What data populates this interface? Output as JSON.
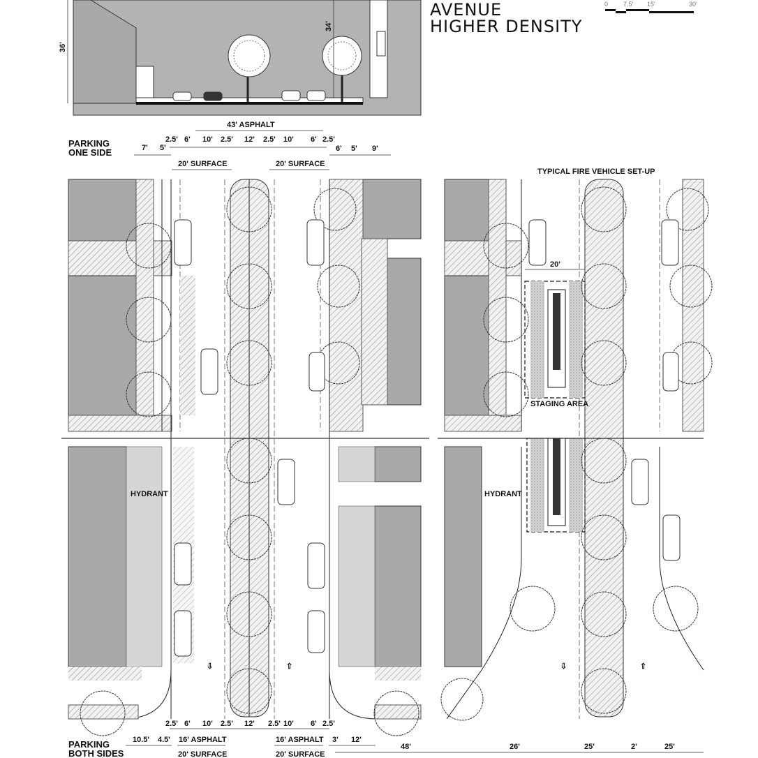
{
  "title": {
    "line1": "AVENUE",
    "line2": "HIGHER DENSITY"
  },
  "scale_bar": {
    "ticks": [
      "0",
      "7.5'",
      "15'",
      "30'"
    ]
  },
  "section": {
    "height_left": "36'",
    "height_right": "34'"
  },
  "parking_one_side": {
    "label_line1": "PARKING",
    "label_line2": "ONE SIDE",
    "asphalt": "43' ASPHALT",
    "top_dims": [
      "2.5'",
      "6'",
      "10'",
      "2.5'",
      "12'",
      "2.5'",
      "10'",
      "6'",
      "2.5'"
    ],
    "left_dims": [
      "7'",
      "5'"
    ],
    "right_dims": [
      "6'",
      "5'",
      "9'"
    ],
    "surface_left": "20' SURFACE",
    "surface_right": "20' SURFACE"
  },
  "plan_labels": {
    "fire_setup": "TYPICAL FIRE VEHICLE SET-UP",
    "staging_width": "20'",
    "staging_area": "STAGING AREA",
    "hydrant_left": "HYDRANT",
    "hydrant_right": "HYDRANT",
    "median_width": "12'"
  },
  "parking_both_sides": {
    "label_line1": "PARKING",
    "label_line2": "BOTH SIDES",
    "top_dims": [
      "2.5'",
      "6'",
      "10'",
      "2.5'",
      "2.5'",
      "10'",
      "6'",
      "2.5'"
    ],
    "left_dims": [
      "10.5'",
      "4.5'"
    ],
    "asphalt_left": "16' ASPHALT",
    "asphalt_right": "16' ASPHALT",
    "right_dims": [
      "3'",
      "12'"
    ],
    "surface_left": "20' SURFACE",
    "surface_right": "20' SURFACE",
    "fire_dims": [
      "48'",
      "26'",
      "25'",
      "2'",
      "25'"
    ]
  }
}
